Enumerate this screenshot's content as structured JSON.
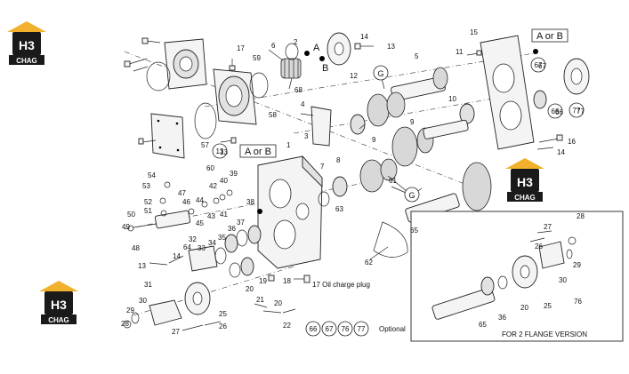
{
  "logo": {
    "top": "H3",
    "bottom": "CHAG",
    "roof_color": "#f2b12c",
    "box_color": "#1a1a1a"
  },
  "callouts": {
    "a_or_b": "A or B",
    "A": "A",
    "B": "B",
    "G": "G",
    "oil_plug": "17 Oil charge plug",
    "optional": "Optional",
    "inset_caption": "FOR 2 FLANGE VERSION"
  },
  "optional_circles": [
    "66",
    "67",
    "76",
    "77"
  ],
  "labels": [
    {
      "t": "2"
    },
    {
      "t": "6"
    },
    {
      "t": "17"
    },
    {
      "t": "59"
    },
    {
      "t": "68"
    },
    {
      "t": "58"
    },
    {
      "t": "57"
    },
    {
      "t": "13"
    },
    {
      "t": "60"
    },
    {
      "t": "12"
    },
    {
      "t": "14"
    },
    {
      "t": "13"
    },
    {
      "t": "5"
    },
    {
      "t": "4"
    },
    {
      "t": "3"
    },
    {
      "t": "1"
    },
    {
      "t": "7"
    },
    {
      "t": "8"
    },
    {
      "t": "9"
    },
    {
      "t": "9"
    },
    {
      "t": "61"
    },
    {
      "t": "63"
    },
    {
      "t": "62"
    },
    {
      "t": "65"
    },
    {
      "t": "11"
    },
    {
      "t": "15"
    },
    {
      "t": "10"
    },
    {
      "t": "16"
    },
    {
      "t": "14"
    },
    {
      "t": "67"
    },
    {
      "t": "66"
    },
    {
      "t": "77"
    },
    {
      "t": "54"
    },
    {
      "t": "53"
    },
    {
      "t": "47"
    },
    {
      "t": "52"
    },
    {
      "t": "46"
    },
    {
      "t": "51"
    },
    {
      "t": "50"
    },
    {
      "t": "49"
    },
    {
      "t": "48"
    },
    {
      "t": "44"
    },
    {
      "t": "42"
    },
    {
      "t": "40"
    },
    {
      "t": "39"
    },
    {
      "t": "45"
    },
    {
      "t": "43"
    },
    {
      "t": "41"
    },
    {
      "t": "38"
    },
    {
      "t": "37"
    },
    {
      "t": "36"
    },
    {
      "t": "35"
    },
    {
      "t": "34"
    },
    {
      "t": "33"
    },
    {
      "t": "32"
    },
    {
      "t": "64"
    },
    {
      "t": "14"
    },
    {
      "t": "13"
    },
    {
      "t": "31"
    },
    {
      "t": "30"
    },
    {
      "t": "29"
    },
    {
      "t": "28"
    },
    {
      "t": "27"
    },
    {
      "t": "26"
    },
    {
      "t": "25"
    },
    {
      "t": "20"
    },
    {
      "t": "19"
    },
    {
      "t": "18"
    },
    {
      "t": "21"
    },
    {
      "t": "22"
    },
    {
      "t": "20"
    },
    {
      "t": "26"
    },
    {
      "t": "27"
    },
    {
      "t": "28"
    },
    {
      "t": "29"
    },
    {
      "t": "30"
    },
    {
      "t": "76"
    },
    {
      "t": "25"
    },
    {
      "t": "20"
    },
    {
      "t": "36"
    },
    {
      "t": "65"
    }
  ]
}
